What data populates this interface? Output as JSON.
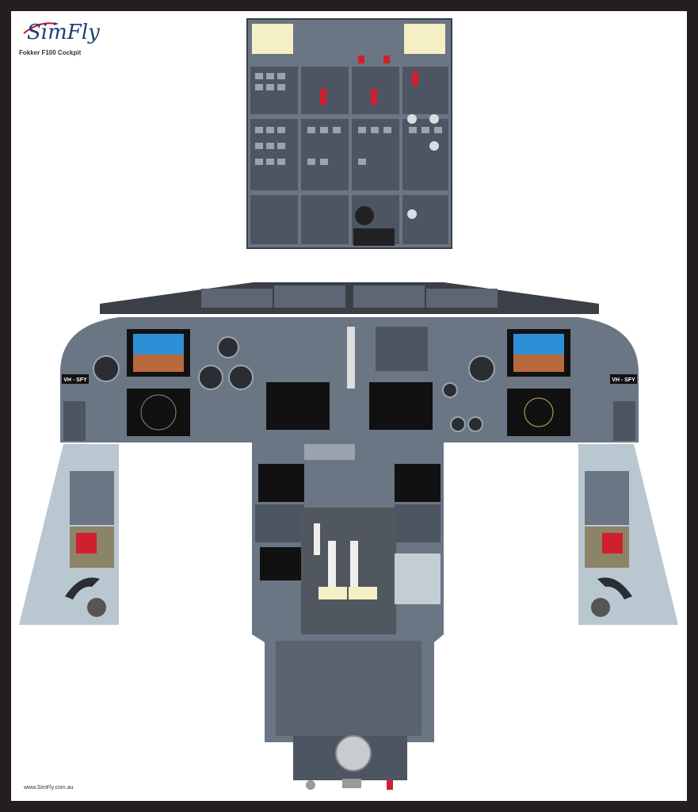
{
  "brand": {
    "name": "SimFly",
    "subtitle": "Fokker F100 Cockpit"
  },
  "footer": {
    "url": "www.SimFly.com.au"
  },
  "registration": {
    "left": "VH - SFY",
    "right": "VH - SFY"
  },
  "colors": {
    "frame": "#231f20",
    "panel": "#6b7684",
    "panel_dark": "#4d5562",
    "glareshield": "#3b3f46",
    "side_console": "#b9c7d1",
    "screen_sky": "#2f8fd6",
    "screen_ground": "#b86a3c",
    "accent_red": "#d0202e"
  },
  "icons": [
    "logo-plane-icon",
    "attitude-indicator-icon",
    "navigation-display-icon",
    "throttle-lever-icon",
    "tiller-icon"
  ]
}
